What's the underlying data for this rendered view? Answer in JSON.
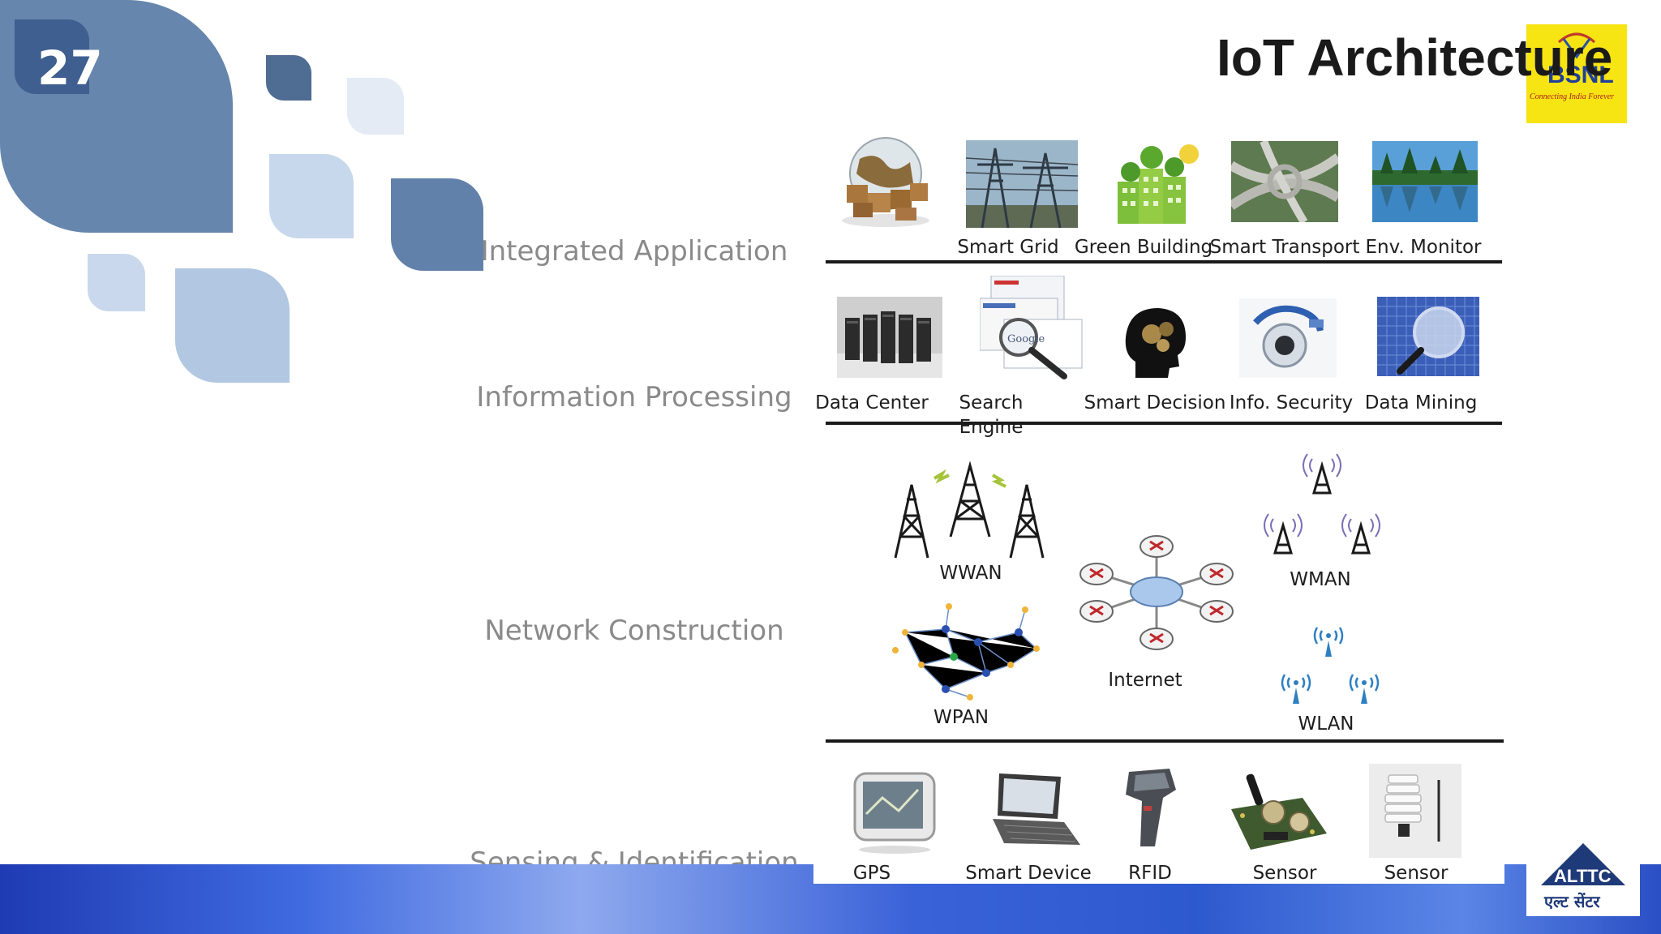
{
  "slide": {
    "number": "27",
    "title": "IoT Architecture"
  },
  "logos": {
    "bsnl": {
      "text": "BSNL",
      "tagline": "Connecting India Forever"
    },
    "altc": {
      "text": "ALTTC",
      "subtext": "एल्ट सेंटर"
    }
  },
  "layers": [
    {
      "label": "Integrated Application"
    },
    {
      "label": "Information Processing"
    },
    {
      "label": "Network Construction"
    },
    {
      "label": "Sensing & Identification"
    }
  ],
  "applications": [
    {
      "label": "",
      "icon": "globe-boxes-icon"
    },
    {
      "label": "Smart Grid",
      "icon": "power-grid-icon"
    },
    {
      "label": "Green Building",
      "icon": "green-building-icon"
    },
    {
      "label": "Smart Transport",
      "icon": "highway-icon"
    },
    {
      "label": "Env. Monitor",
      "icon": "lake-icon"
    }
  ],
  "processing": [
    {
      "label": "Data Center",
      "icon": "server-racks-icon"
    },
    {
      "label_line1": "Search",
      "label_line2": "Engine",
      "icon": "search-engine-icon"
    },
    {
      "label": "Smart Decision",
      "icon": "brain-gears-icon"
    },
    {
      "label": "Info. Security",
      "icon": "security-camera-icon"
    },
    {
      "label": "Data Mining",
      "icon": "magnifier-data-icon"
    }
  ],
  "network": {
    "wwan": "WWAN",
    "wpan": "WPAN",
    "internet": "Internet",
    "wman": "WMAN",
    "wlan": "WLAN"
  },
  "sensing": [
    {
      "label": "GPS",
      "icon": "gps-device-icon"
    },
    {
      "label": "Smart Device",
      "icon": "smart-device-icon"
    },
    {
      "label": "RFID",
      "icon": "rfid-scanner-icon"
    },
    {
      "label": "Sensor",
      "icon": "sensor-board-icon"
    },
    {
      "label": "Sensor",
      "icon": "weather-sensor-icon"
    }
  ],
  "colors": {
    "tile_dark": "#5e7fa8",
    "tile_light": "#c9d8ea",
    "footer_blue": "#2f56c9",
    "title": "#1a1a1a"
  }
}
